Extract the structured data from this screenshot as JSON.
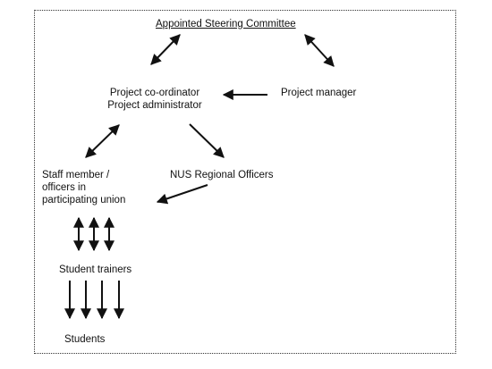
{
  "diagram": {
    "title": "Appointed Steering Committee",
    "coordinator_line1": "Project co-ordinator",
    "coordinator_line2": "Project administrator",
    "manager": "Project manager",
    "staff_line1": "Staff member /",
    "staff_line2": "officers in",
    "staff_line3": "participating union",
    "regional": "NUS Regional Officers",
    "trainers": "Student trainers",
    "students": "Students"
  }
}
